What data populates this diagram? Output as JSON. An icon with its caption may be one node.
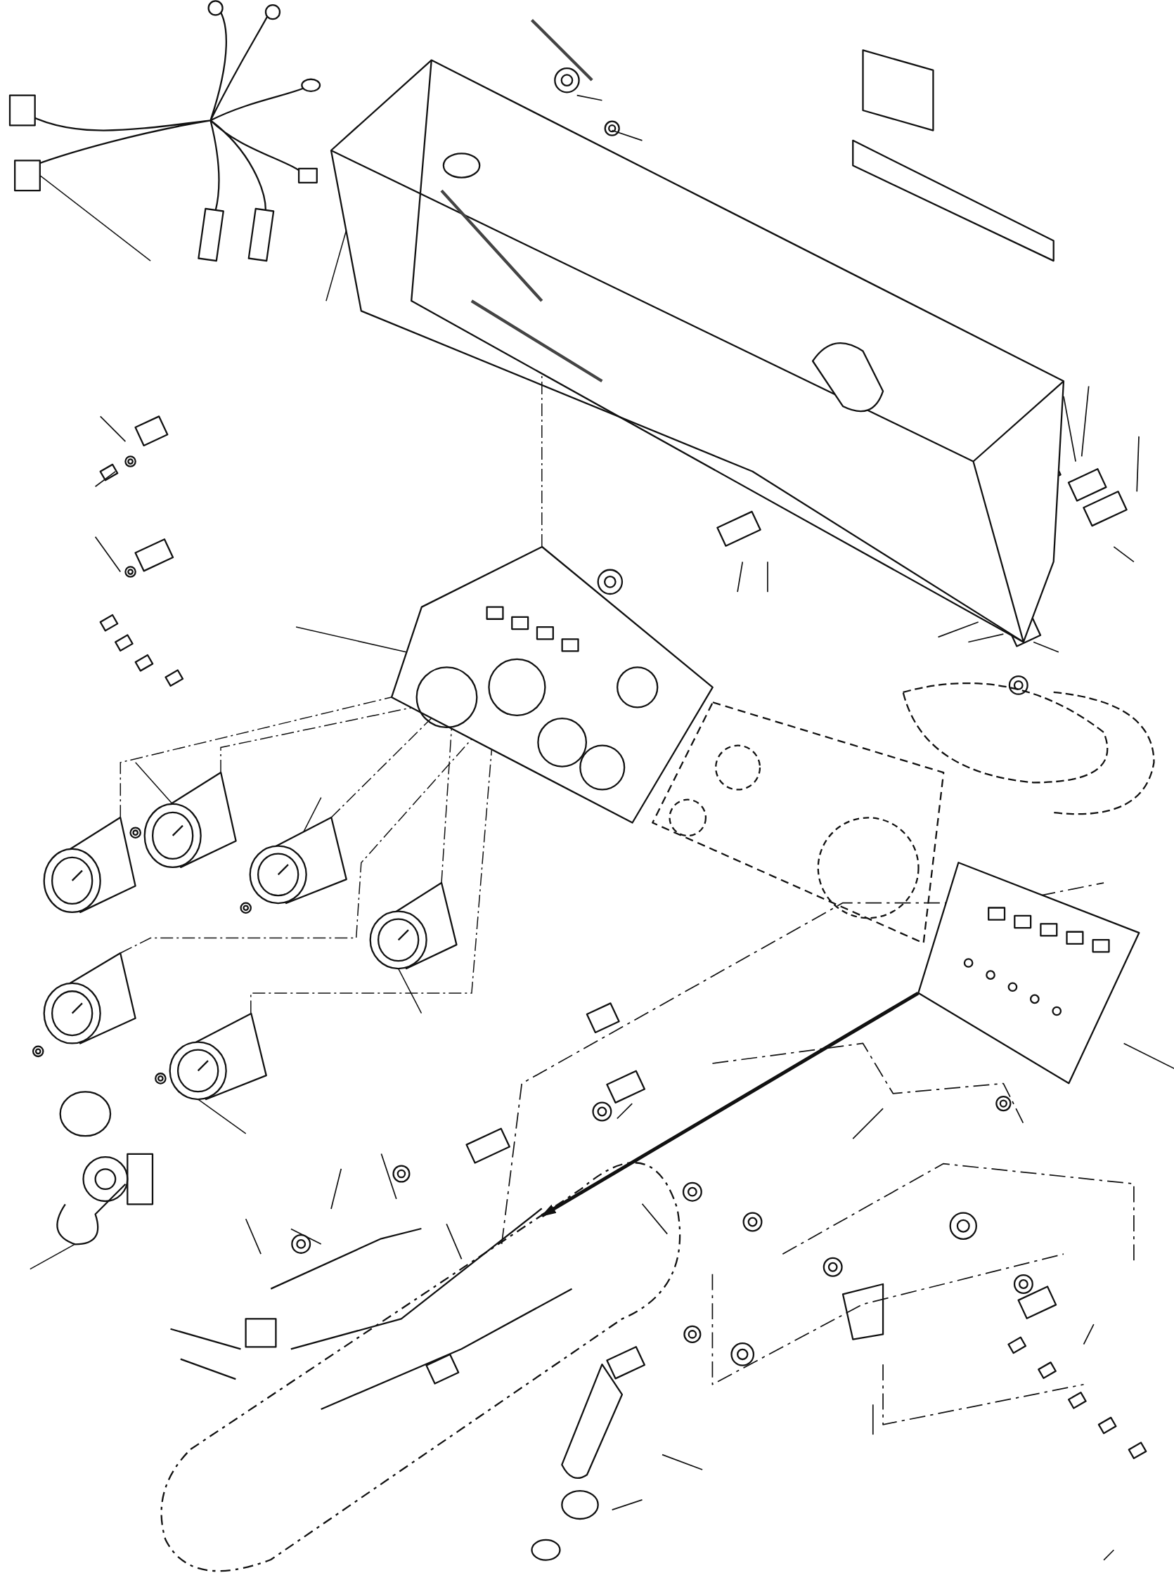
{
  "diagram": {
    "nodes": [
      {
        "text": [],
        "shape": "picture"
      },
      {
        "text": [],
        "shape": "picture"
      },
      {
        "text": [],
        "shape": "picture"
      },
      {
        "text": [],
        "shape": "picture"
      },
      {
        "text": [],
        "shape": "picture"
      },
      {
        "text": [],
        "shape": "picture"
      },
      {
        "text": [],
        "shape": "picture"
      },
      {
        "text": [],
        "shape": "picture"
      },
      {
        "text": [],
        "shape": "picture"
      },
      {
        "text": [],
        "shape": "picture"
      },
      {
        "text": [],
        "shape": "picture"
      },
      {
        "text": [],
        "shape": "picture"
      },
      {
        "text": [],
        "shape": "picture"
      }
    ],
    "edges": [
      {
        "from": 5,
        "to": 2,
        "arrow": "none",
        "style": "dashed"
      },
      {
        "from": 6,
        "to": 2,
        "arrow": "none",
        "style": "dashed"
      },
      {
        "from": 7,
        "to": 2,
        "arrow": "none",
        "style": "dashed"
      },
      {
        "from": 8,
        "to": 2,
        "arrow": "none",
        "style": "dashed"
      },
      {
        "from": 9,
        "to": 2,
        "arrow": "none",
        "style": "dashed"
      },
      {
        "from": 10,
        "to": 2,
        "arrow": "none",
        "style": "dashed"
      },
      {
        "from": 2,
        "to": 1,
        "arrow": "none",
        "style": "dashed"
      },
      {
        "from": 4,
        "to": 11,
        "arrow": "to",
        "style": "thick"
      },
      {
        "from": null,
        "to": 0,
        "arrow": "none"
      },
      {
        "from": null,
        "to": 1,
        "arrow": "none"
      },
      {
        "from": null,
        "to": 2,
        "arrow": "none"
      },
      {
        "from": null,
        "to": 6,
        "arrow": "none"
      },
      {
        "from": null,
        "to": 7,
        "arrow": "none"
      },
      {
        "from": null,
        "to": 8,
        "arrow": "none"
      },
      {
        "from": null,
        "to": 10,
        "arrow": "none"
      },
      {
        "from": null,
        "to": 12,
        "arrow": "none"
      }
    ]
  }
}
